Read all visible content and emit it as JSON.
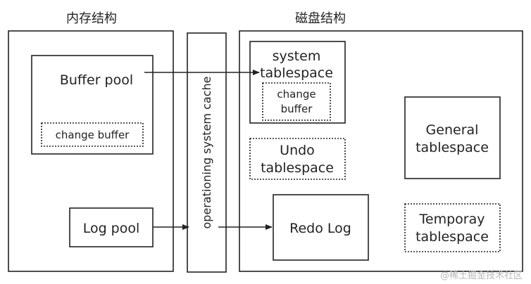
{
  "sections": {
    "memory_title": "内存结构",
    "disk_title": "磁盘结构"
  },
  "memory": {
    "buffer_pool": "Buffer pool",
    "change_buffer": "change buffer",
    "log_pool": "Log pool"
  },
  "os_cache": "operationing system cache",
  "disk": {
    "system_tablespace": [
      "system",
      "tablespace"
    ],
    "system_change_buffer": [
      "change",
      "buffer"
    ],
    "undo_tablespace": [
      "Undo",
      "tablespace"
    ],
    "redo_log": "Redo Log",
    "general_tablespace": [
      "General",
      "tablespace"
    ],
    "temporary_tablespace": [
      "Temporay",
      "tablespace"
    ]
  },
  "watermark": "@稀土掘金技术社区"
}
